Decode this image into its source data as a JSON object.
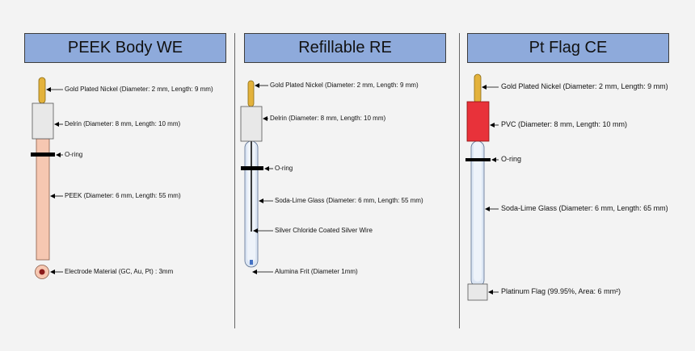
{
  "panels": [
    {
      "title": "PEEK Body WE",
      "labels": {
        "tip": "Gold Plated Nickel (Diameter: 2 mm, Length: 9 mm)",
        "cap": "Delrin (Diameter: 8 mm, Length: 10 mm)",
        "oring": "O-ring",
        "body": "PEEK (Diameter: 6 mm, Length: 55 mm)",
        "electrode": "Electrode Material (GC, Au, Pt) : 3mm"
      }
    },
    {
      "title": "Refillable RE",
      "labels": {
        "tip": "Gold Plated Nickel (Diameter: 2 mm, Length: 9 mm)",
        "cap": "Delrin (Diameter: 8 mm, Length: 10 mm)",
        "oring": "O-ring",
        "body": "Soda-Lime Glass (Diameter: 6 mm, Length: 55 mm)",
        "wire": "Silver Chloride Coated Silver Wire",
        "frit": "Alumina Frit (Diameter 1mm)"
      }
    },
    {
      "title": "Pt Flag CE",
      "labels": {
        "tip": "Gold Plated Nickel (Diameter: 2 mm, Length: 9 mm)",
        "cap": "PVC (Diameter: 8 mm, Length: 10 mm)",
        "oring": "O-ring",
        "body": "Soda-Lime Glass (Diameter: 6 mm, Length: 65 mm)",
        "flag": "Platinum Flag (99.95%, Area: 6 mm²)"
      }
    }
  ],
  "colors": {
    "title_fill": "#8eaadb",
    "gold": "#e3b23c",
    "delrin": "#e8e8e8",
    "pvc": "#e8323a",
    "peek": "#f6c7b1",
    "glass": "#dce6f4",
    "oring": "#000000",
    "frit": "#4472c4"
  }
}
